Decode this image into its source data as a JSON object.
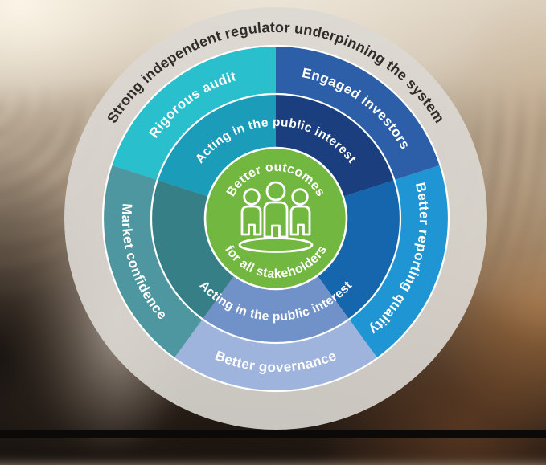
{
  "diagram": {
    "outer_ring_title": "Strong independent regulator underpinning the system",
    "segments": [
      {
        "label": "Rigorous audit",
        "color": "#2abfcd",
        "inner_color": "#1b9cb8"
      },
      {
        "label": "Engaged investors",
        "color": "#2d5fa9",
        "inner_color": "#1a3e7e"
      },
      {
        "label": "Better reporting quality",
        "color": "#1f96d3",
        "inner_color": "#1566ac"
      },
      {
        "label": "Better governance",
        "color": "#9fb4dd",
        "inner_color": "#7192c8"
      },
      {
        "label": "Market confidence",
        "color": "#4e97a0",
        "inner_color": "#377f86"
      }
    ],
    "middle_ring_label_top": "Acting in the public interest",
    "middle_ring_label_bottom": "Acting in the public interest",
    "center": {
      "text_top": "Better outcomes",
      "text_bottom": "for all stakeholders",
      "color": "#71b740",
      "icon": "people-group-icon"
    },
    "colors": {
      "outer_ring": "#dcd8d3",
      "title_text": "#2f2c29",
      "label_text": "#ffffff",
      "separator": "#ffffff"
    }
  }
}
